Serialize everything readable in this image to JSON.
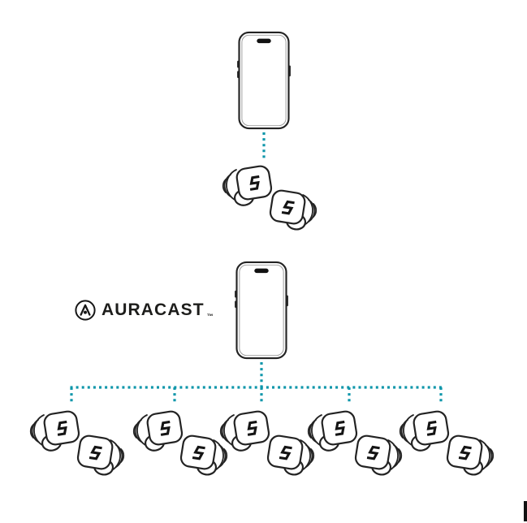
{
  "page": {
    "background": "#ffffff",
    "colors": {
      "connector": "#0e96aa",
      "outline": "#232323",
      "logo_text": "#1d1d1b"
    }
  },
  "top_diagram": {
    "phone_icon": "smartphone-icon",
    "earbuds_icon": "earbuds-pair-icon",
    "earbuds_pairs": 1,
    "connection_style": "dotted-teal-line"
  },
  "auracast": {
    "icon": "auracast-icon",
    "label": "AURACAST",
    "trademark": "™"
  },
  "bottom_diagram": {
    "phone_icon": "smartphone-icon",
    "earbuds_icon": "earbuds-pair-icon",
    "earbuds_pairs": 5,
    "connection_style": "dotted-teal-bus-with-drops"
  },
  "scrollbar": {
    "visible": true
  }
}
